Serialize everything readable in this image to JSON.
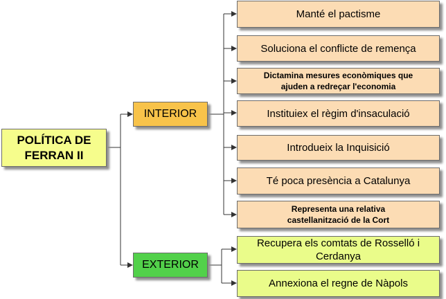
{
  "root": {
    "line1": "POLÍTICA DE",
    "line2": "FERRAN II"
  },
  "interior": {
    "label": "INTERIOR",
    "items": [
      {
        "line1": "Manté el pactisme",
        "line2": ""
      },
      {
        "line1": "Soluciona el conflicte de remença",
        "line2": ""
      },
      {
        "line1": "Dictamina mesures econòmiques que",
        "line2": "ajuden a redreçar l'economia"
      },
      {
        "line1": "Instituiex el règim d'insaculació",
        "line2": ""
      },
      {
        "line1": "Introdueix la Inquisició",
        "line2": ""
      },
      {
        "line1": "Té poca presència a Catalunya",
        "line2": ""
      },
      {
        "line1": "Representa una relativa",
        "line2": "castellanització de la Cort"
      }
    ]
  },
  "exterior": {
    "label": "EXTERIOR",
    "items": [
      {
        "line1": "Recupera els comtats de Rosselló i",
        "line2": "Cerdanya"
      },
      {
        "line1": "Annexiona el regne de Nàpols",
        "line2": ""
      }
    ]
  },
  "colors": {
    "root": "#f6fd8c",
    "interior": "#f8c34a",
    "exterior": "#52d14a",
    "interior_items": "#fcdcb4",
    "exterior_items": "#eafc8a"
  }
}
